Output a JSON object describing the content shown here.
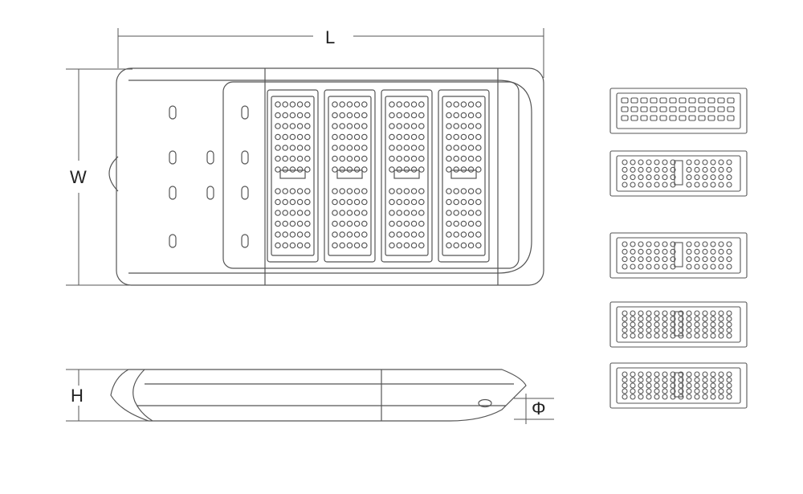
{
  "dimensions": {
    "length_label": "L",
    "width_label": "W",
    "height_label": "H",
    "diameter_label": "Φ"
  },
  "drawing": {
    "views": [
      "top-view",
      "side-view",
      "module-variants"
    ],
    "led_modules_in_top_view": 4,
    "module_variant_count": 5,
    "line_color": "#555555",
    "background_color": "#ffffff"
  }
}
